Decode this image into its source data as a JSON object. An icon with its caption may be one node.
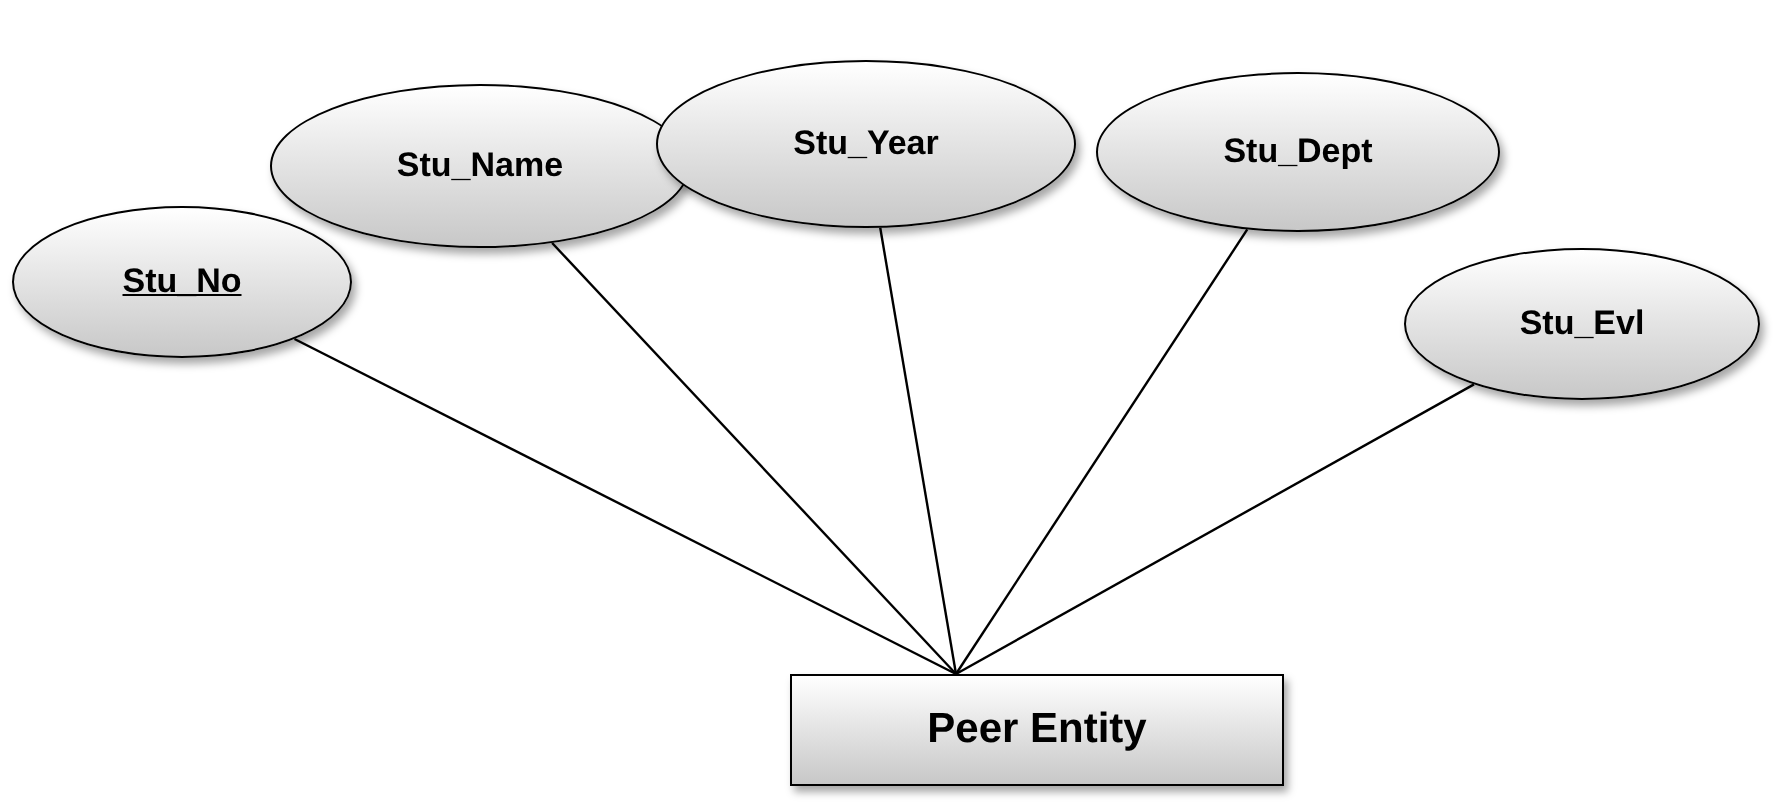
{
  "diagram": {
    "nodes": [
      {
        "text": [
          "Stu_Name"
        ]
      },
      {
        "text": [
          "Stu_Year"
        ]
      },
      {
        "text": [
          "Stu_Dept"
        ]
      },
      {
        "text": [
          "Stu_No"
        ]
      },
      {
        "text": [
          "Stu_Evl"
        ]
      },
      {
        "text": [
          "Peer Entity"
        ]
      }
    ],
    "edges": [
      {
        "from": 5,
        "to": 0,
        "arrow": "none"
      },
      {
        "from": 5,
        "to": 1,
        "arrow": "none"
      },
      {
        "from": 5,
        "to": 2,
        "arrow": "none"
      },
      {
        "from": 5,
        "to": 3,
        "arrow": "none"
      },
      {
        "from": 5,
        "to": 4,
        "arrow": "none"
      }
    ]
  }
}
